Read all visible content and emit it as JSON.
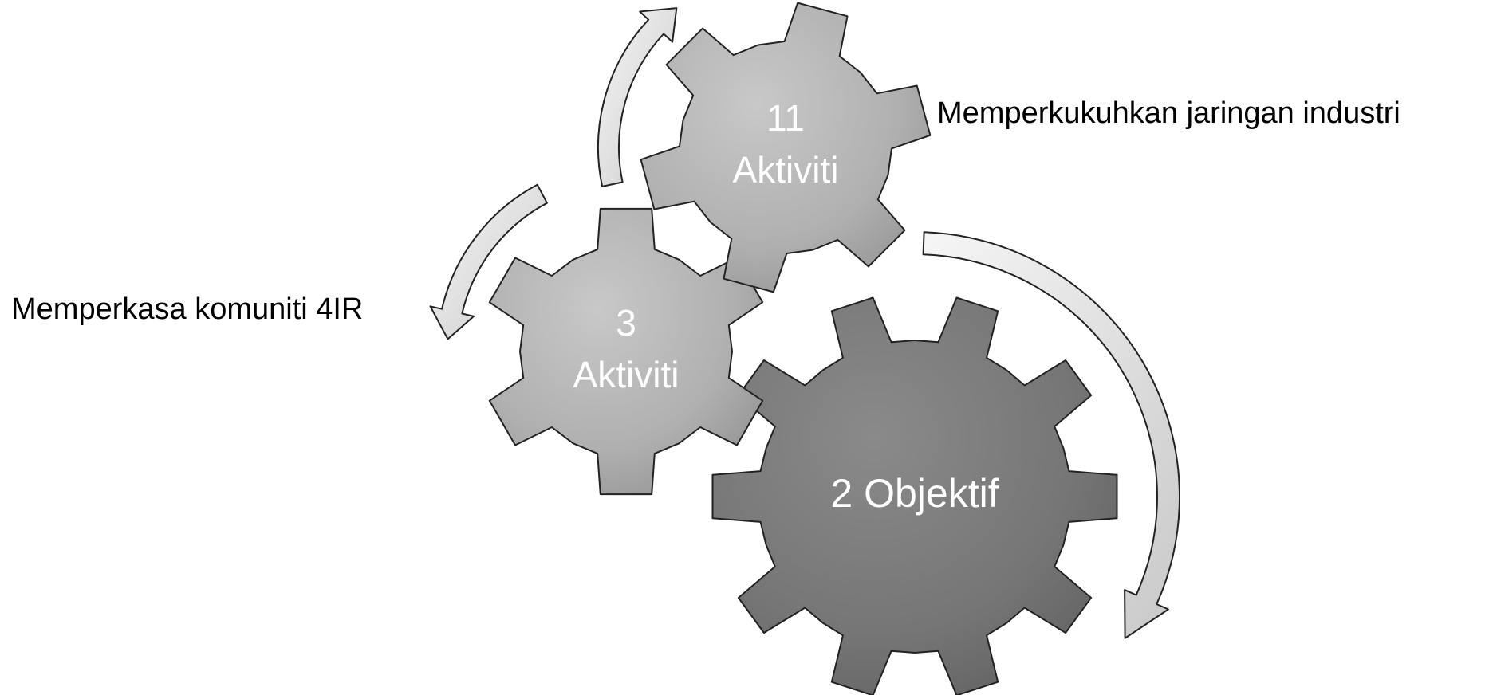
{
  "diagram": {
    "gears": [
      {
        "id": "objective",
        "number": "2",
        "label": "Objektif",
        "line": "2 Objektif",
        "color": "#787878"
      },
      {
        "id": "activity-3",
        "number": "3",
        "label": "Aktiviti",
        "color": "#b2b2b2"
      },
      {
        "id": "activity-11",
        "number": "11",
        "label": "Aktiviti",
        "color": "#b2b2b2"
      }
    ],
    "labels": {
      "industry": "Memperkukuhkan jaringan industri",
      "community": "Memperkasa komuniti 4IR"
    },
    "colors": {
      "arrow_fill": "#e8e8e8",
      "outline": "#222222",
      "text": "#ffffff",
      "label_text": "#000000"
    }
  }
}
